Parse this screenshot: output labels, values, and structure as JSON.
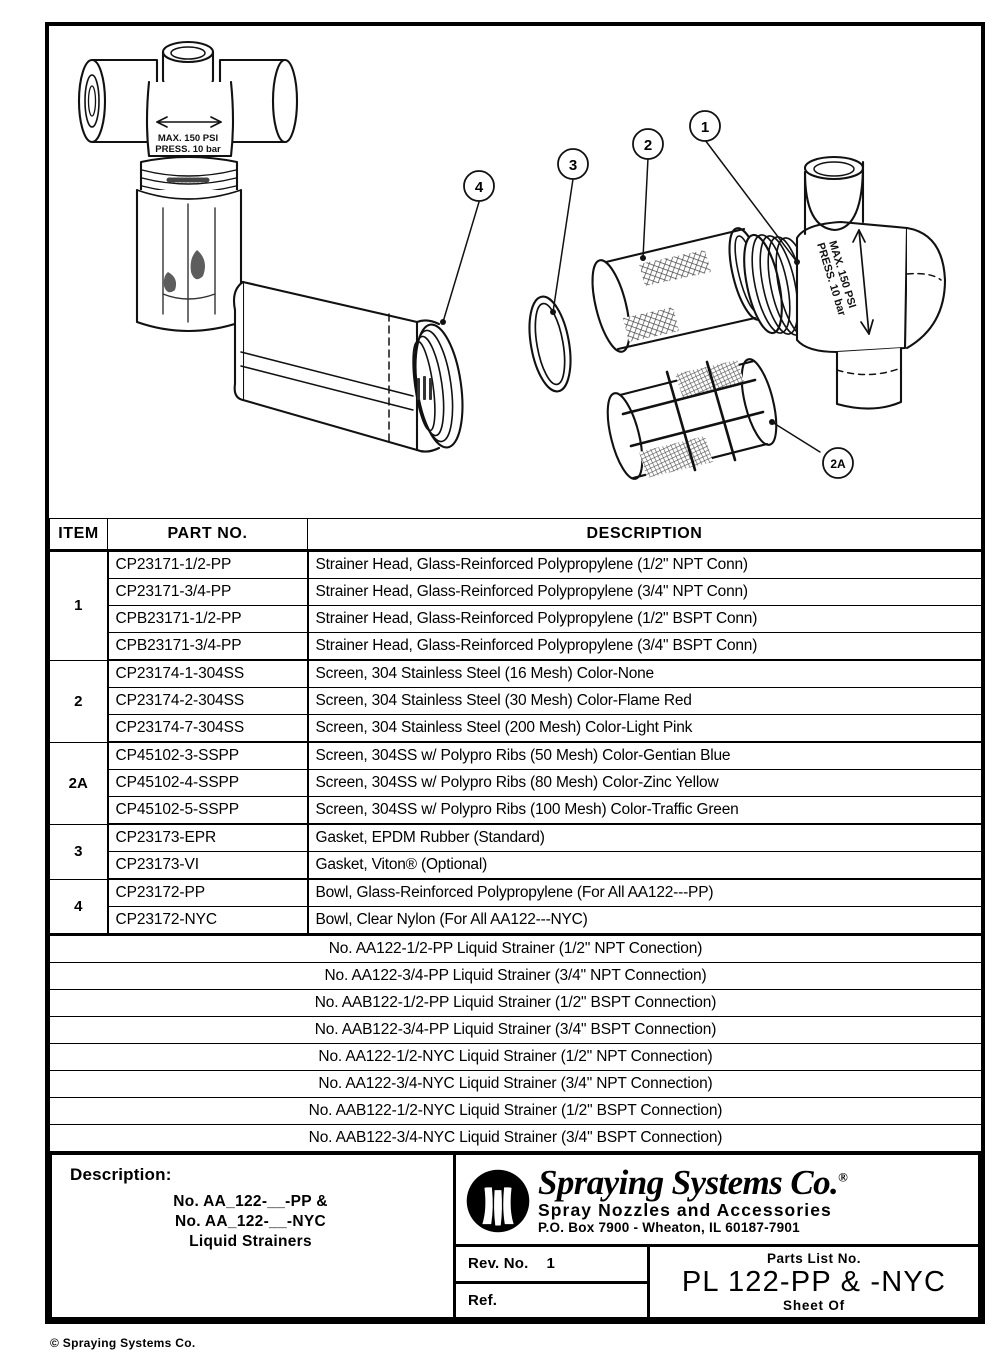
{
  "drawing": {
    "callouts": [
      {
        "id": "1",
        "label": "1"
      },
      {
        "id": "2",
        "label": "2"
      },
      {
        "id": "2A",
        "label": "2A"
      },
      {
        "id": "3",
        "label": "3"
      },
      {
        "id": "4",
        "label": "4"
      }
    ],
    "body_marking_line1": "MAX. 150 PSI",
    "body_marking_line2": "PRESS. 10 bar"
  },
  "table": {
    "headers": {
      "item": "ITEM",
      "part_no": "PART NO.",
      "description": "DESCRIPTION"
    },
    "groups": [
      {
        "item": "1",
        "rows": [
          {
            "part_no": "CP23171-1/2-PP",
            "description": "Strainer Head, Glass-Reinforced Polypropylene (1/2\" NPT Conn)"
          },
          {
            "part_no": "CP23171-3/4-PP",
            "description": "Strainer Head, Glass-Reinforced Polypropylene (3/4\" NPT Conn)"
          },
          {
            "part_no": "CPB23171-1/2-PP",
            "description": "Strainer Head, Glass-Reinforced Polypropylene (1/2\" BSPT Conn)"
          },
          {
            "part_no": "CPB23171-3/4-PP",
            "description": "Strainer Head, Glass-Reinforced Polypropylene (3/4\" BSPT Conn)"
          }
        ]
      },
      {
        "item": "2",
        "rows": [
          {
            "part_no": "CP23174-1-304SS",
            "description": "Screen, 304 Stainless Steel (16 Mesh) Color-None"
          },
          {
            "part_no": "CP23174-2-304SS",
            "description": "Screen, 304 Stainless Steel (30 Mesh) Color-Flame Red"
          },
          {
            "part_no": "CP23174-7-304SS",
            "description": "Screen, 304 Stainless Steel (200 Mesh) Color-Light Pink"
          }
        ]
      },
      {
        "item": "2A",
        "rows": [
          {
            "part_no": "CP45102-3-SSPP",
            "description": "Screen, 304SS w/ Polypro Ribs (50 Mesh) Color-Gentian Blue"
          },
          {
            "part_no": "CP45102-4-SSPP",
            "description": "Screen, 304SS w/ Polypro Ribs (80 Mesh) Color-Zinc Yellow"
          },
          {
            "part_no": "CP45102-5-SSPP",
            "description": "Screen, 304SS w/ Polypro Ribs (100 Mesh) Color-Traffic Green"
          }
        ]
      },
      {
        "item": "3",
        "rows": [
          {
            "part_no": "CP23173-EPR",
            "description": "Gasket, EPDM Rubber (Standard)"
          },
          {
            "part_no": "CP23173-VI",
            "description": "Gasket, Viton® (Optional)"
          }
        ]
      },
      {
        "item": "4",
        "rows": [
          {
            "part_no": "CP23172-PP",
            "description": "Bowl, Glass-Reinforced Polypropylene (For All AA122---PP)"
          },
          {
            "part_no": "CP23172-NYC",
            "description": "Bowl, Clear Nylon (For All AA122---NYC)"
          }
        ]
      }
    ],
    "assemblies": [
      "No. AA122-1/2-PP Liquid Strainer (1/2\" NPT Conection)",
      "No. AA122-3/4-PP Liquid Strainer (3/4\" NPT Connection)",
      "No. AAB122-1/2-PP Liquid Strainer (1/2\" BSPT Connection)",
      "No. AAB122-3/4-PP Liquid Strainer (3/4\" BSPT Connection)",
      "No. AA122-1/2-NYC Liquid Strainer (1/2\" NPT Connection)",
      "No. AA122-3/4-NYC Liquid Strainer (3/4\" NPT Connection)",
      "No. AAB122-1/2-NYC Liquid Strainer (1/2\" BSPT Connection)",
      "No. AAB122-3/4-NYC Liquid Strainer (3/4\" BSPT Connection)"
    ]
  },
  "title_block": {
    "description_label": "Description:",
    "description_line1": "No. AA_122-__-PP  &",
    "description_line2": "No. AA_122-__-NYC",
    "description_line3": "Liquid  Strainers",
    "company_name": "Spraying Systems Co.",
    "company_trademark": "®",
    "company_tagline": "Spray Nozzles and Accessories",
    "company_address": "P.O. Box 7900 - Wheaton, IL 60187-7901",
    "rev_label": "Rev. No.",
    "rev_value": "1",
    "ref_label": "Ref.",
    "parts_list_label": "Parts List No.",
    "parts_list_no": "PL 122-PP & -NYC",
    "sheet_label": "Sheet      Of"
  },
  "copyright": "© Spraying  Systems  Co."
}
